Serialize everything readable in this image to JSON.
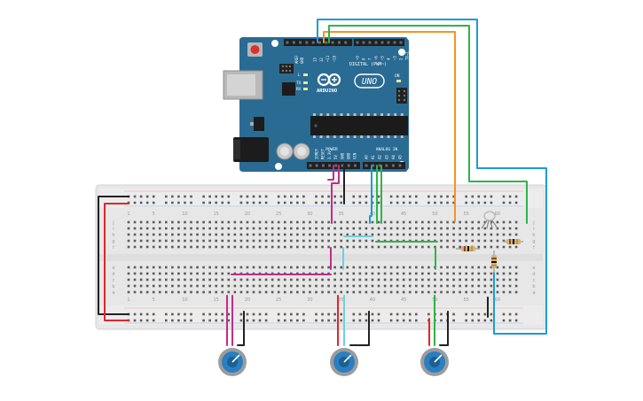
{
  "arduino": {
    "brand_text": "ARDUINO",
    "model_text": "UNO",
    "on_label": "ON",
    "tx_label": "TX",
    "rx_label": "RX",
    "l_label": "L",
    "digital_label": "DIGITAL (PWM~)",
    "aref_label": "AREF",
    "gnd_label": "GND",
    "power_label": "POWER",
    "analog_label": "ANALOG IN",
    "digital_pins": [
      "13",
      "12",
      "~11",
      "~10",
      "~9",
      "8",
      "7",
      "~6",
      "~5",
      "4",
      "~3",
      "2",
      "TX→1",
      "RX←0"
    ],
    "power_pins": [
      "IOREF",
      "RESET",
      "3.3V",
      "5V",
      "GND",
      "GND",
      "VIN"
    ],
    "analog_pins": [
      "A0",
      "A1",
      "A2",
      "A3",
      "A4",
      "A5"
    ]
  },
  "breadboard": {
    "row_letters_top": [
      "j",
      "i",
      "h",
      "g",
      "f"
    ],
    "row_letters_bottom": [
      "e",
      "d",
      "c",
      "b",
      "a"
    ],
    "column_numbers": [
      "1",
      "5",
      "10",
      "15",
      "20",
      "25",
      "30",
      "35",
      "40",
      "45",
      "50",
      "55",
      "60"
    ],
    "watermark": ""
  },
  "colors": {
    "arduino_blue": "#2a6b93",
    "breadboard": "#e6e6e6",
    "wire_cyan": "#1e9bd6",
    "wire_green": "#2fb34a",
    "wire_orange": "#f39424",
    "wire_magenta": "#c12d86",
    "wire_red": "#e0262b",
    "wire_black": "#222222",
    "pot_blue": "#2a7fc1"
  }
}
